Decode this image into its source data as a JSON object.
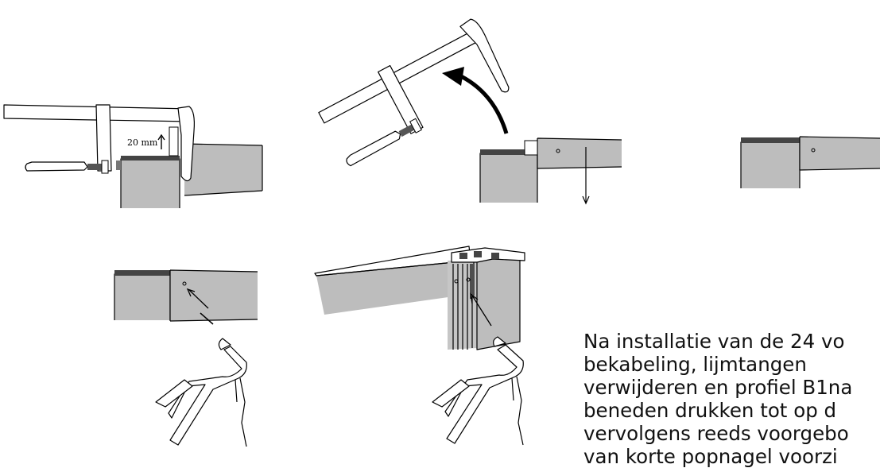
{
  "figure": {
    "dimension_label": "20 mm",
    "caption_lines": [
      "Na installatie van de 24 vo",
      "bekabeling, lijmtangen",
      "verwijderen en profiel B1na",
      "beneden drukken tot op d",
      "vervolgens reeds voorgebo",
      "van korte popnagel voorzi"
    ]
  }
}
